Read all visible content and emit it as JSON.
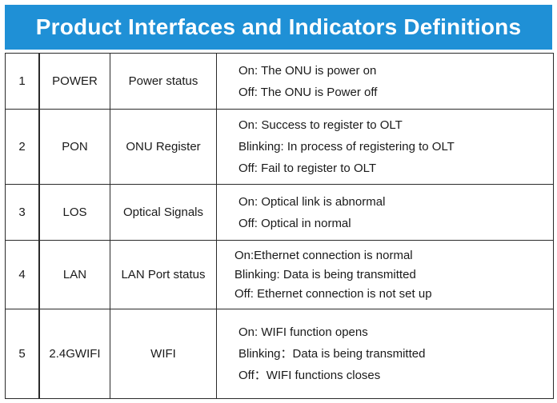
{
  "title": "Product Interfaces and Indicators Definitions",
  "rows": [
    {
      "num": "1",
      "name": "POWER",
      "function": "Power status",
      "lines": [
        "On: The ONU is power on",
        "Off: The ONU is Power off"
      ]
    },
    {
      "num": "2",
      "name": "PON",
      "function": "ONU Register",
      "lines": [
        "On: Success to register to OLT",
        "Blinking: In process of registering to OLT",
        "Off: Fail to register to OLT"
      ]
    },
    {
      "num": "3",
      "name": "LOS",
      "function": "Optical Signals",
      "lines": [
        "On: Optical link is abnormal",
        "Off: Optical in normal"
      ]
    },
    {
      "num": "4",
      "name": "LAN",
      "function": "LAN Port status",
      "lines": [
        "On:Ethernet connection is normal",
        "Blinking: Data is being transmitted",
        "Off: Ethernet connection is not set up"
      ]
    },
    {
      "num": "5",
      "name": "2.4GWIFI",
      "function": "WIFI",
      "lines": [
        "On: WIFI function opens",
        "Blinking：Data is being transmitted",
        "Off：WIFI functions closes"
      ]
    }
  ]
}
